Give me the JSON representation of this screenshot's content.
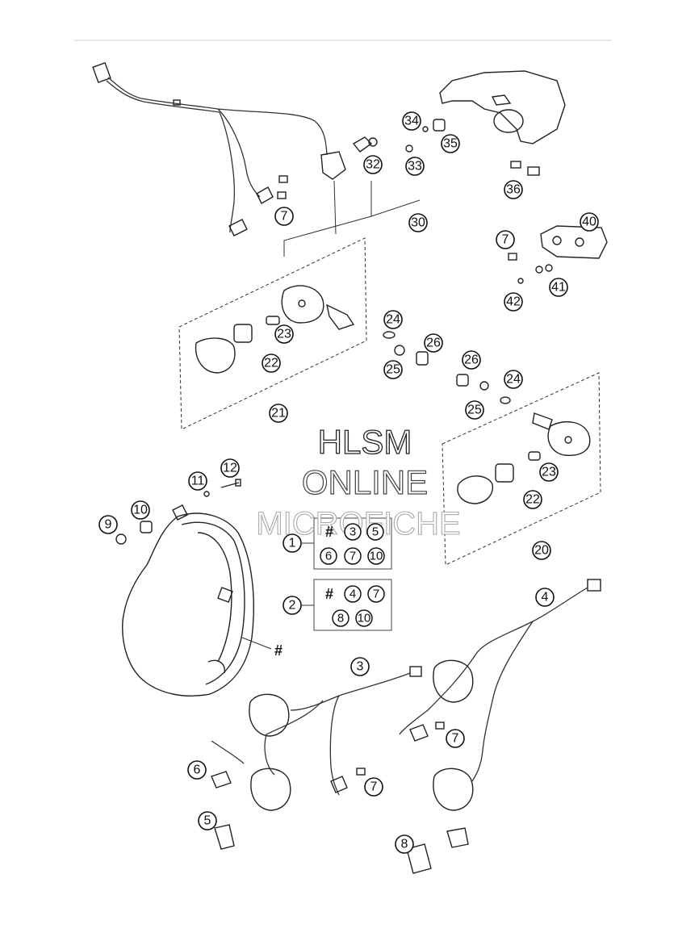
{
  "watermark": {
    "line1": "HLSM",
    "line2": "ONLINE",
    "line3": "MICROFICHE"
  },
  "callouts": {
    "c34": "34",
    "c35": "35",
    "c33": "33",
    "c32": "32",
    "c30": "30",
    "c36": "36",
    "c7a": "7",
    "c40": "40",
    "c7b": "7",
    "c41": "41",
    "c42": "42",
    "c24a": "24",
    "c23a": "23",
    "c26a": "26",
    "c22a": "22",
    "c25a": "25",
    "c21": "21",
    "c26b": "26",
    "c24b": "24",
    "c25b": "25",
    "c23b": "23",
    "c22b": "22",
    "c20": "20",
    "c12": "12",
    "c11": "11",
    "c10": "10",
    "c9": "9",
    "c1": "1",
    "c2": "2",
    "c4": "4",
    "c3": "3",
    "c7c": "7",
    "c6": "6",
    "c7d": "7",
    "c5": "5",
    "c8": "8"
  },
  "kit1": {
    "hash": "#",
    "items": [
      "3",
      "5",
      "6",
      "7",
      "10"
    ]
  },
  "kit2": {
    "hash": "#",
    "items": [
      "4",
      "7",
      "8",
      "10"
    ]
  },
  "headlight_hash": "#"
}
